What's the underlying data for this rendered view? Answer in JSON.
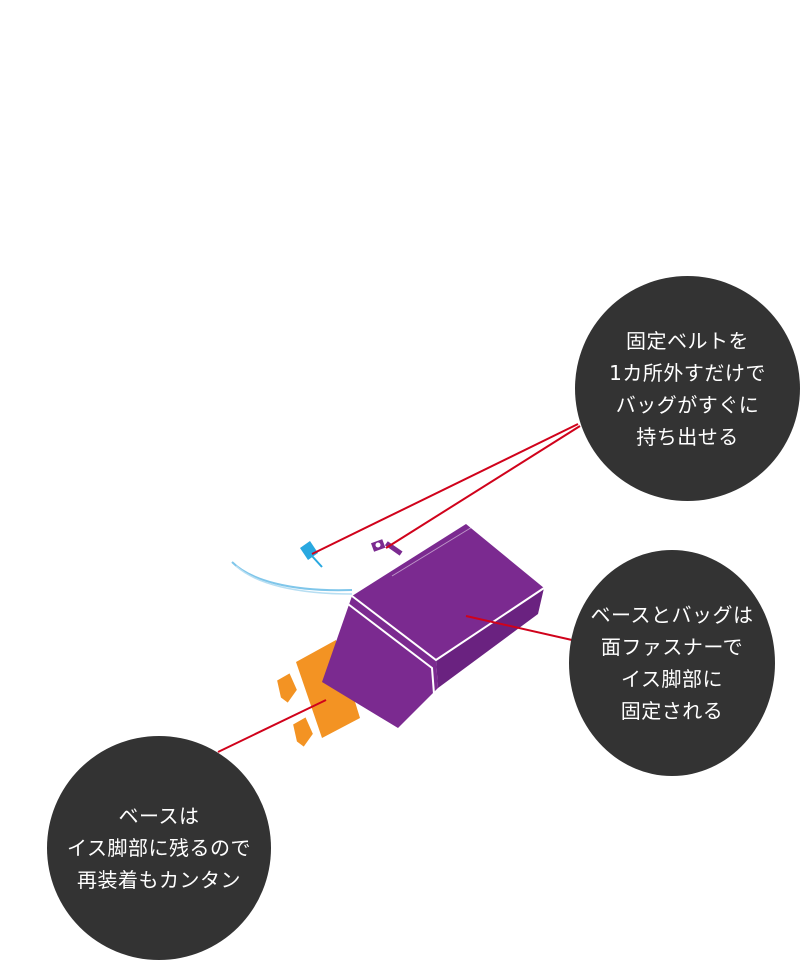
{
  "callouts": {
    "belt": {
      "lines": [
        "固定ベルトを",
        "1カ所外すだけで",
        "バッグがすぐに",
        "持ち出せる"
      ]
    },
    "base_fastener": {
      "lines": [
        "ベースとバッグは",
        "面ファスナーで",
        "イス脚部に",
        "固定される"
      ]
    },
    "reattach": {
      "lines": [
        "ベースは",
        "イス脚部に残るので",
        "再装着もカンタン"
      ]
    }
  },
  "colors": {
    "bubble": "#333333",
    "leader_line": "#d0021b",
    "bag": "#7b2a90",
    "base": "#f39323",
    "belt_clip": "#29a8e0"
  },
  "icons": {
    "bag": "purple-storage-bag-icon",
    "base": "orange-base-icon",
    "belt_clip": "blue-belt-clip-icon",
    "strap_buckle": "purple-strap-buckle-icon"
  }
}
